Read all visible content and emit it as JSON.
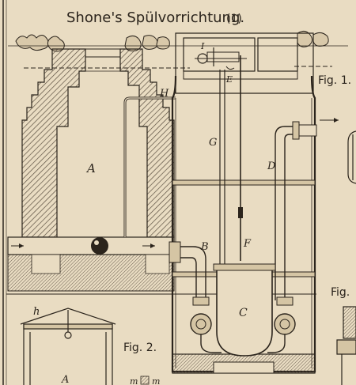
{
  "title": "Shone's Spülvorrichtung.",
  "plate_number": "(1)",
  "figures": {
    "fig1": "Fig. 1.",
    "fig2": "Fig. 2.",
    "fig_partial": "Fig."
  },
  "part_labels": {
    "A": "A",
    "B": "B",
    "C": "C",
    "D": "D",
    "E": "E",
    "F": "F",
    "G": "G",
    "H": "H",
    "I": "I",
    "fig2_A": "A",
    "fig2_h": "h"
  },
  "scale_fragment": "m",
  "colors": {
    "paper": "#e9dcc2",
    "ink": "#2b241c",
    "hatch": "#5a4e40"
  }
}
